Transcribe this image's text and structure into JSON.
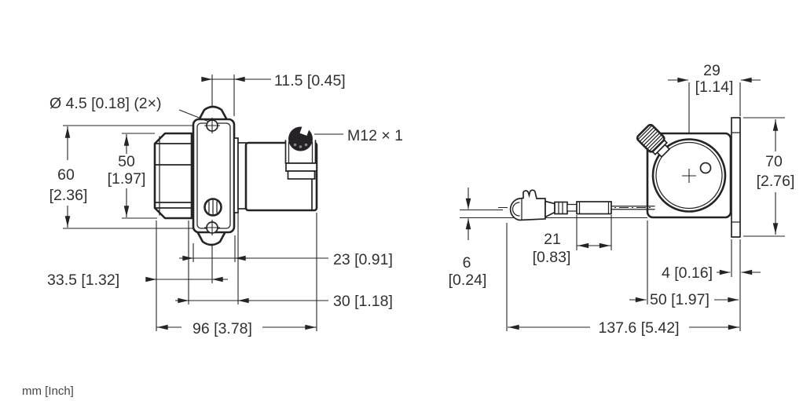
{
  "drawing": {
    "units_note": "mm [Inch]",
    "colors": {
      "line": "#262326",
      "text": "#332f31",
      "background": "#ffffff"
    },
    "side_view": {
      "hole_note": "Ø 4.5 [0.18] (2×)",
      "connector_thread": "M12 × 1",
      "dim_connector_offset": "11.5 [0.45]",
      "dim_hole_spacing_mm": "60",
      "dim_hole_spacing_inch": "[2.36]",
      "dim_drum_height_mm": "50",
      "dim_drum_height_inch": "[1.97]",
      "dim_plate_depth": "23 [0.91]",
      "dim_hole_plane_offset": "33.5 [1.32]",
      "dim_body_length": "30 [1.18]",
      "dim_overall_length": "96 [3.78]"
    },
    "front_view": {
      "dim_center_to_flange_mm": "29",
      "dim_center_to_flange_inch": "[1.14]",
      "dim_flange_height_mm": "70",
      "dim_flange_height_inch": "[2.76]",
      "dim_rope_offset_mm": "6",
      "dim_rope_offset_inch": "[0.24]",
      "dim_clip_fitting_length_mm": "21",
      "dim_clip_fitting_length_inch": "[0.83]",
      "dim_flange_thickness": "4 [0.16]",
      "dim_housing_width": "50 [1.97]",
      "dim_overall_length": "137.6 [5.42]"
    }
  }
}
